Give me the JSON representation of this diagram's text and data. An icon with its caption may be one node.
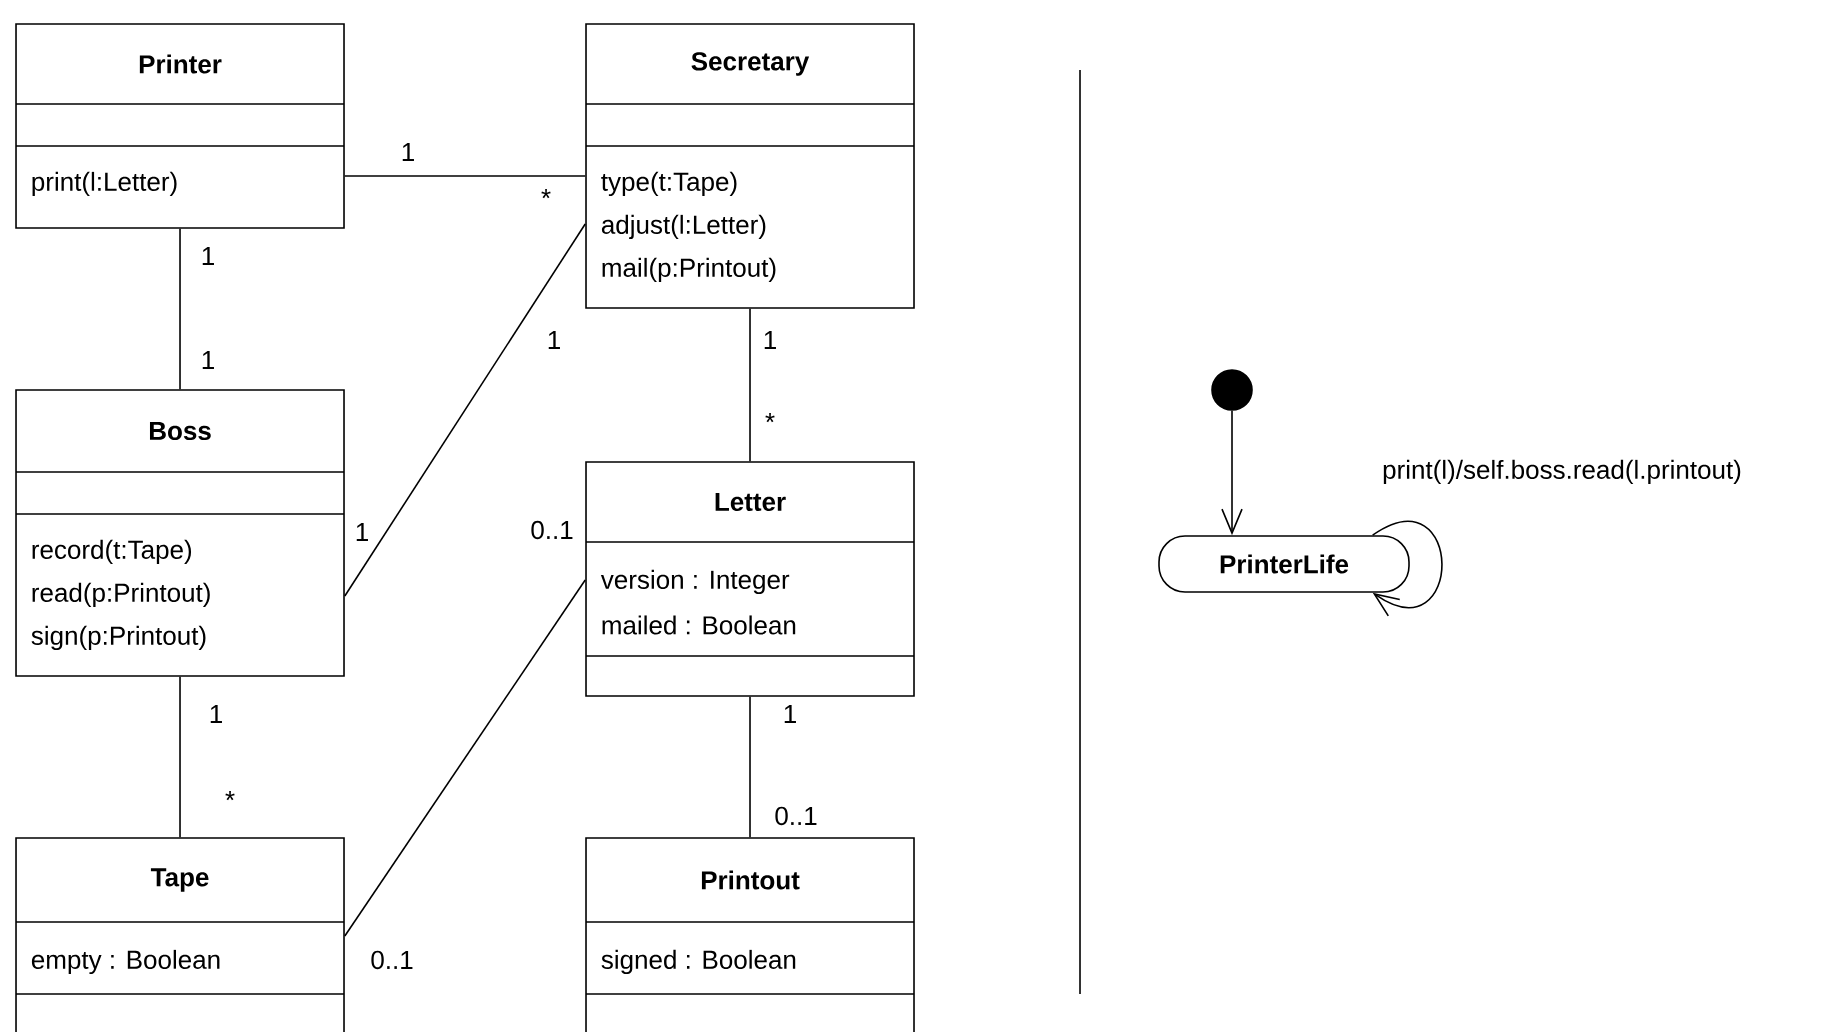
{
  "diagram": {
    "nodes": [
      {
        "text": [
          "Printer",
          "print(l:Letter)"
        ]
      },
      {
        "text": [
          "Secretary",
          "type(t:Tape)",
          "adjust(l:Letter)",
          "mail(p:Printout)"
        ]
      },
      {
        "text": [
          "Boss",
          "record(t:Tape)",
          "read(p:Printout)",
          "sign(p:Printout)"
        ]
      },
      {
        "text": [
          "Letter",
          "version : Integer",
          "mailed : Boolean"
        ]
      },
      {
        "text": [
          "Tape",
          "empty : Boolean"
        ]
      },
      {
        "text": [
          "Printout",
          "signed : Boolean"
        ]
      },
      {
        "text": [],
        "shape": "circle"
      },
      {
        "text": [
          "PrinterLife"
        ]
      }
    ],
    "edges": [
      {
        "from": 0,
        "to": 1,
        "arrow": "none"
      },
      {
        "from": 0,
        "to": 2,
        "arrow": "none"
      },
      {
        "from": 1,
        "to": 2,
        "arrow": "none"
      },
      {
        "from": 1,
        "to": 3,
        "arrow": "none"
      },
      {
        "from": 2,
        "to": 4,
        "arrow": "none"
      },
      {
        "from": 3,
        "to": 4,
        "arrow": "none"
      },
      {
        "from": 3,
        "to": 5,
        "arrow": "none"
      },
      {
        "from": 6,
        "to": 7,
        "arrow": "to"
      },
      {
        "from": 7,
        "to": 7,
        "arrow": "to",
        "label": "print(l)/self.boss.read(l.printout)"
      }
    ],
    "labels": [
      "1",
      "*",
      "1",
      "1",
      "1",
      "1",
      "*",
      "0..1",
      "1",
      "1",
      "1",
      "*",
      "0..1",
      "0..1"
    ]
  }
}
